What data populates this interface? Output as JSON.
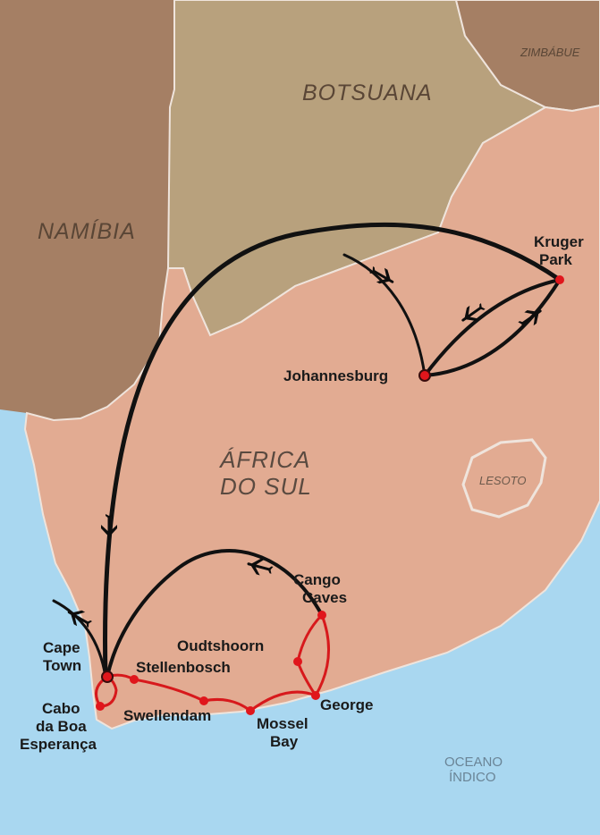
{
  "map": {
    "colors": {
      "ocean": "#a9d7f0",
      "south_africa": "#e2ab92",
      "botswana": "#b8a17d",
      "namibia": "#a57f64",
      "zimbabwe": "#a57f64",
      "border": "#efe4dc",
      "flight_route": "#111111",
      "road_route": "#d7191c"
    },
    "countries": {
      "namibia": "NAMÍBIA",
      "botswana": "BOTSUANA",
      "zimbabwe": "ZIMBÁBUE",
      "lesotho": "LESOTO"
    },
    "region_label": {
      "line1": "ÁFRICA",
      "line2": "DO SUL"
    },
    "ocean_label": {
      "line1": "OCEANO",
      "line2": "ÍNDICO"
    },
    "cities": {
      "kruger": {
        "line1": "Kruger",
        "line2": "Park"
      },
      "johannesburg": {
        "line1": "Johannesburg"
      },
      "cango": {
        "line1": "Cango",
        "line2": "Caves"
      },
      "oudtshoorn": {
        "line1": "Oudtshoorn"
      },
      "cape_town": {
        "line1": "Cape",
        "line2": "Town"
      },
      "stellenbosch": {
        "line1": "Stellenbosch"
      },
      "george": {
        "line1": "George"
      },
      "swellendam": {
        "line1": "Swellendam"
      },
      "mossel_bay": {
        "line1": "Mossel",
        "line2": "Bay"
      },
      "cabo": {
        "line1": "Cabo",
        "line2": "da Boa",
        "line3": "Esperança"
      }
    },
    "icons": {
      "plane": "airplane-icon",
      "city_marker": "location-dot-icon"
    }
  }
}
